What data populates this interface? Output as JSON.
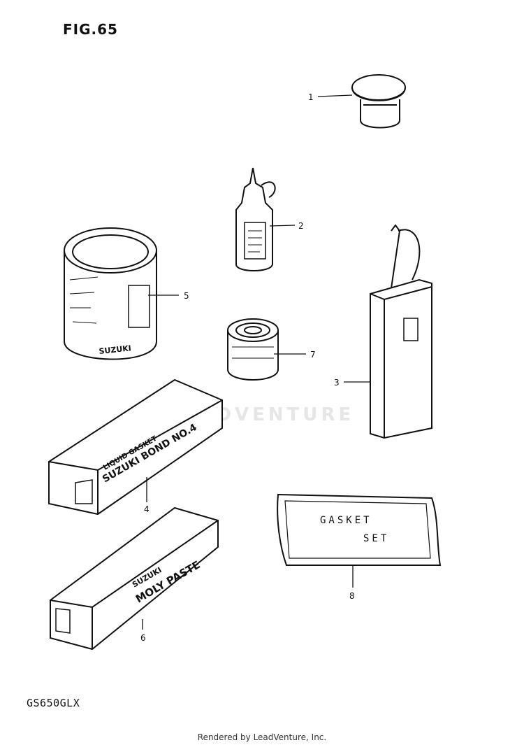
{
  "figure": {
    "title": "FIG.65",
    "model": "GS650GLX"
  },
  "watermark": "LEADVENTURE",
  "footer": "Rendered by LeadVenture, Inc.",
  "callouts": [
    "1",
    "2",
    "3",
    "4",
    "5",
    "6",
    "7",
    "8"
  ],
  "labels": {
    "bond_line1": "LIQUID GASKET",
    "bond_line2": "SUZUKI BOND NO.4",
    "paste_line1": "SUZUKI",
    "paste_line2": "MOLY PASTE",
    "can_text": "SUZUKI",
    "gasket_line1": "GASKET",
    "gasket_line2": "SET"
  },
  "colors": {
    "ink": "#111111",
    "paper": "#ffffff"
  }
}
